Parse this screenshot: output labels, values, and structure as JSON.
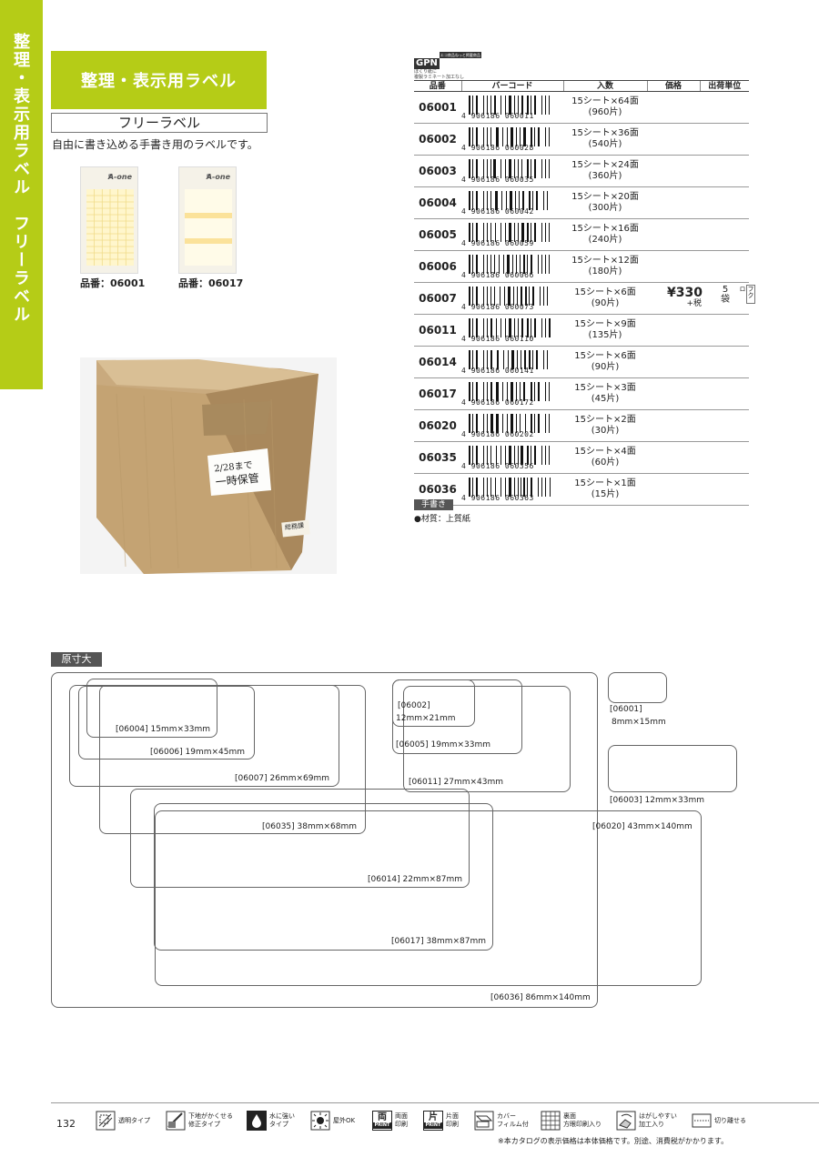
{
  "side_tab": {
    "text": "整理・表示用ラベル　フリーラベル"
  },
  "category_title": "整理・表示用ラベル",
  "sub_title": "フリーラベル",
  "description": "自由に書き込める手書き用のラベルです。",
  "samples": [
    {
      "brand": "A-one",
      "code_label": "品番：06001"
    },
    {
      "brand": "A-one",
      "code_label": "品番：06017"
    }
  ],
  "photo": {
    "label_line1": "2/28まで",
    "label_line2": "一時保管",
    "small_label": "総務課"
  },
  "gpn": {
    "mark": "GPN",
    "badge": "エコ商品ねっと掲載商品",
    "note1": "ほくり紙に",
    "note2": "複製ラミネート加工なし"
  },
  "table": {
    "headers": [
      "品番",
      "バーコード",
      "入数",
      "価格",
      "出荷単位"
    ],
    "rows": [
      {
        "code": "06001",
        "barcode_prefix": "4",
        "barcode": "906186 060011",
        "qty1": "15シート×64面",
        "qty2": "(960片)"
      },
      {
        "code": "06002",
        "barcode_prefix": "4",
        "barcode": "906186 060028",
        "qty1": "15シート×36面",
        "qty2": "(540片)"
      },
      {
        "code": "06003",
        "barcode_prefix": "4",
        "barcode": "906186 060035",
        "qty1": "15シート×24面",
        "qty2": "(360片)"
      },
      {
        "code": "06004",
        "barcode_prefix": "4",
        "barcode": "906186 060042",
        "qty1": "15シート×20面",
        "qty2": "(300片)"
      },
      {
        "code": "06005",
        "barcode_prefix": "4",
        "barcode": "906186 060059",
        "qty1": "15シート×16面",
        "qty2": "(240片)"
      },
      {
        "code": "06006",
        "barcode_prefix": "4",
        "barcode": "906186 060066",
        "qty1": "15シート×12面",
        "qty2": "(180片)"
      },
      {
        "code": "06007",
        "barcode_prefix": "4",
        "barcode": "906186 060073",
        "qty1": "15シート×6面",
        "qty2": "(90片)"
      },
      {
        "code": "06011",
        "barcode_prefix": "4",
        "barcode": "906186 060110",
        "qty1": "15シート×9面",
        "qty2": "(135片)"
      },
      {
        "code": "06014",
        "barcode_prefix": "4",
        "barcode": "906186 060141",
        "qty1": "15シート×6面",
        "qty2": "(90片)"
      },
      {
        "code": "06017",
        "barcode_prefix": "4",
        "barcode": "906186 060172",
        "qty1": "15シート×3面",
        "qty2": "(45片)"
      },
      {
        "code": "06020",
        "barcode_prefix": "4",
        "barcode": "906186 060202",
        "qty1": "15シート×2面",
        "qty2": "(30片)"
      },
      {
        "code": "06035",
        "barcode_prefix": "4",
        "barcode": "906186 060356",
        "qty1": "15シート×4面",
        "qty2": "(60片)"
      },
      {
        "code": "06036",
        "barcode_prefix": "4",
        "barcode": "906186 060363",
        "qty1": "15シート×1面",
        "qty2": "(15片)"
      }
    ],
    "price": "¥330",
    "tax": "+税",
    "unit_num": "5",
    "unit": "袋",
    "bag_mark": "フクロ"
  },
  "note_tag": "手書き",
  "note": "●材質：上質紙",
  "genrsun_tag": "原寸大",
  "sizes": [
    {
      "id": "s06004",
      "text": "[06004] 15mm×33mm"
    },
    {
      "id": "s06006",
      "text": "[06006] 19mm×45mm"
    },
    {
      "id": "s06007",
      "text": "[06007] 26mm×69mm"
    },
    {
      "id": "s06035",
      "text": "[06035] 38mm×68mm"
    },
    {
      "id": "s06014",
      "text": "[06014] 22mm×87mm"
    },
    {
      "id": "s06017",
      "text": "[06017] 38mm×87mm"
    },
    {
      "id": "s06036",
      "text": "[06036] 86mm×140mm"
    },
    {
      "id": "s06002a",
      "text": "[06002]"
    },
    {
      "id": "s06002b",
      "text": "12mm×21mm"
    },
    {
      "id": "s06005",
      "text": "[06005] 19mm×33mm"
    },
    {
      "id": "s06011",
      "text": "[06011] 27mm×43mm"
    },
    {
      "id": "s06020",
      "text": "[06020] 43mm×140mm"
    },
    {
      "id": "s06001a",
      "text": "[06001]"
    },
    {
      "id": "s06001b",
      "text": "8mm×15mm"
    },
    {
      "id": "s06003",
      "text": "[06003] 12mm×33mm"
    }
  ],
  "footer": {
    "page": "132",
    "icons": [
      {
        "icon": "transparent-icon",
        "text1": "透明タイプ",
        "text2": ""
      },
      {
        "icon": "cover-correction-icon",
        "text1": "下地がかくせる",
        "text2": "修正タイプ"
      },
      {
        "icon": "water-drop-icon",
        "text1": "水に強い",
        "text2": "タイプ"
      },
      {
        "icon": "sun-icon",
        "text1": "屋外OK",
        "text2": ""
      },
      {
        "icon": "double-print-icon",
        "glyph": "両",
        "sub": "PRINT",
        "text1": "両面",
        "text2": "印刷"
      },
      {
        "icon": "single-print-icon",
        "glyph": "片",
        "sub": "PRINT",
        "text1": "片面",
        "text2": "印刷"
      },
      {
        "icon": "film-cover-icon",
        "text1": "カバー",
        "text2": "フィルム付"
      },
      {
        "icon": "grid-print-icon",
        "text1": "裏面",
        "text2": "方眼印刷入り"
      },
      {
        "icon": "easy-peel-icon",
        "text1": "はがしやすい",
        "text2": "加工入り"
      },
      {
        "icon": "perforation-icon",
        "text1": "切り離せる",
        "text2": ""
      }
    ],
    "note": "※本カタログの表示価格は本体価格です。別途、消費税がかかります。"
  }
}
